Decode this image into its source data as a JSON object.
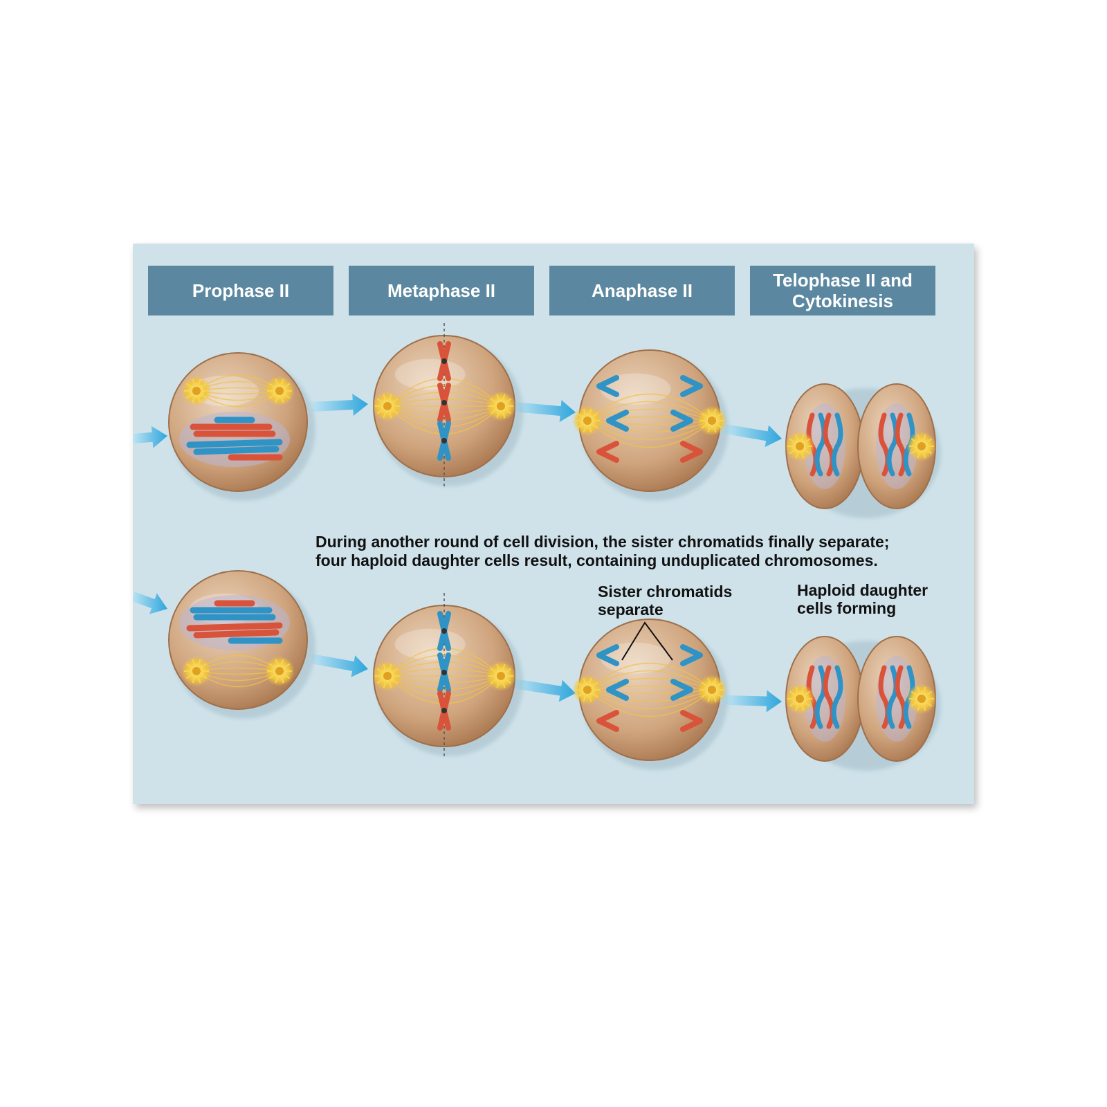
{
  "phases": [
    {
      "label": "Prophase II"
    },
    {
      "label": "Metaphase II"
    },
    {
      "label": "Anaphase II"
    },
    {
      "label": "Telophase II and Cytokinesis"
    }
  ],
  "caption": {
    "line1": "During another round of cell division, the sister chromatids finally separate;",
    "line2": "four haploid daughter cells result, containing unduplicated chromosomes."
  },
  "labels": {
    "sister_line1": "Sister chromatids",
    "sister_line2": "separate",
    "haploid_line1": "Haploid daughter",
    "haploid_line2": "cells forming"
  },
  "colors": {
    "background": "#cfe2ea",
    "header_box": "#5b88a0",
    "cell": "#c9a079",
    "chromosome_red": "#d9533b",
    "chromosome_blue": "#2f93c6",
    "arrow": "#3aaee0",
    "spindle": "#f0c24a"
  }
}
